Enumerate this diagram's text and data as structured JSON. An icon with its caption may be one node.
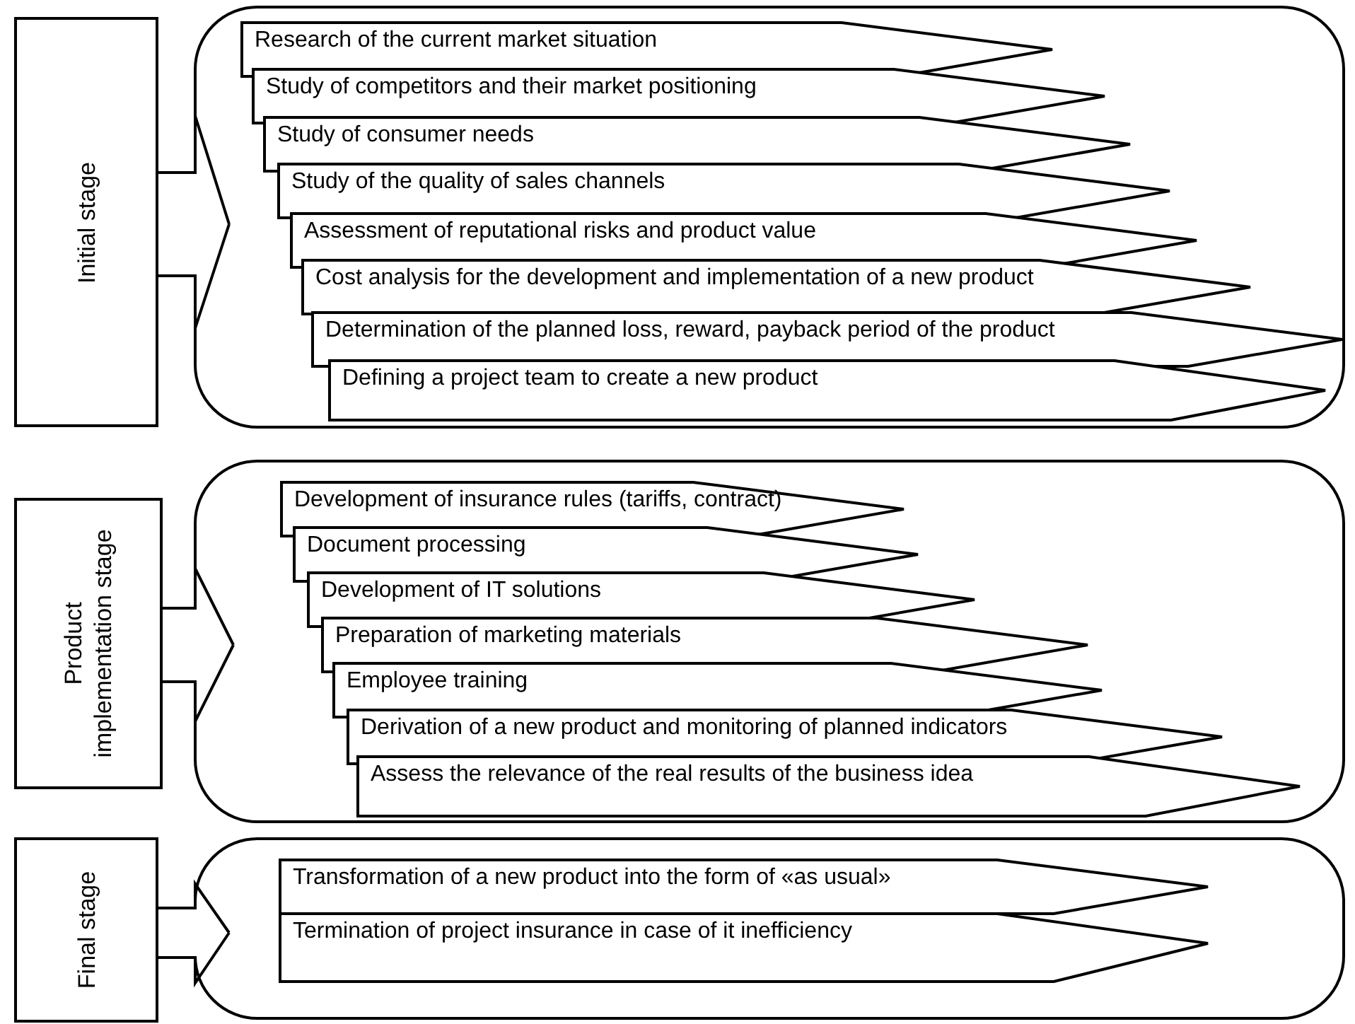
{
  "diagram": {
    "nodes": [
      {
        "text": [
          "Initial stage"
        ]
      },
      {
        "text": [],
        "shape": "box"
      },
      {
        "text": [
          "Research of the current market situation"
        ],
        "in": 1
      },
      {
        "text": [
          "Study of competitors and their market positioning"
        ],
        "in": 1
      },
      {
        "text": [
          "Study of consumer needs"
        ],
        "in": 1
      },
      {
        "text": [
          "Study of the quality of sales channels"
        ],
        "in": 1
      },
      {
        "text": [
          "Assessment of reputational risks and product value"
        ],
        "in": 1
      },
      {
        "text": [
          "Cost analysis for the development and implementation of a new product"
        ],
        "in": 1
      },
      {
        "text": [
          "Determination of the planned loss, reward, payback period of the product"
        ],
        "in": 1
      },
      {
        "text": [
          "Defining a project team to create a new product"
        ],
        "in": 1
      },
      {
        "text": [
          "Product implementation stage"
        ]
      },
      {
        "text": [],
        "shape": "box"
      },
      {
        "text": [
          "Development of insurance rules (tariffs, contract)"
        ],
        "in": 11
      },
      {
        "text": [
          "Document processing"
        ],
        "in": 11
      },
      {
        "text": [
          "Development of IT solutions"
        ],
        "in": 11
      },
      {
        "text": [
          "Preparation of marketing materials"
        ],
        "in": 11
      },
      {
        "text": [
          "Employee training"
        ],
        "in": 11
      },
      {
        "text": [
          "Derivation of a new product and monitoring of planned indicators"
        ],
        "in": 11
      },
      {
        "text": [
          "Assess the relevance of the real results of the business idea"
        ],
        "in": 11
      },
      {
        "text": [
          "Final stage"
        ]
      },
      {
        "text": [],
        "shape": "box"
      },
      {
        "text": [
          "Transformation of a new product into the form of «as usual»"
        ],
        "in": 20
      },
      {
        "text": [
          "Termination of project insurance in case of it inefficiency"
        ],
        "in": 20
      }
    ],
    "edges": [
      {
        "from": 0,
        "to": 1,
        "arrow": "other"
      },
      {
        "from": 10,
        "to": 11,
        "arrow": "other"
      },
      {
        "from": 19,
        "to": 20,
        "arrow": "other"
      }
    ]
  }
}
